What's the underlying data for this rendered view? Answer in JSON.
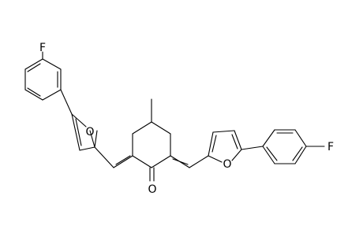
{
  "molecule": {
    "atom_labels": {
      "fluorine_left": "F",
      "furan_oxygen_left": "O",
      "ketone_oxygen": "O",
      "furan_oxygen_right": "O",
      "fluorine_right": "F"
    },
    "bond_color": "#000000",
    "background": "#ffffff"
  }
}
